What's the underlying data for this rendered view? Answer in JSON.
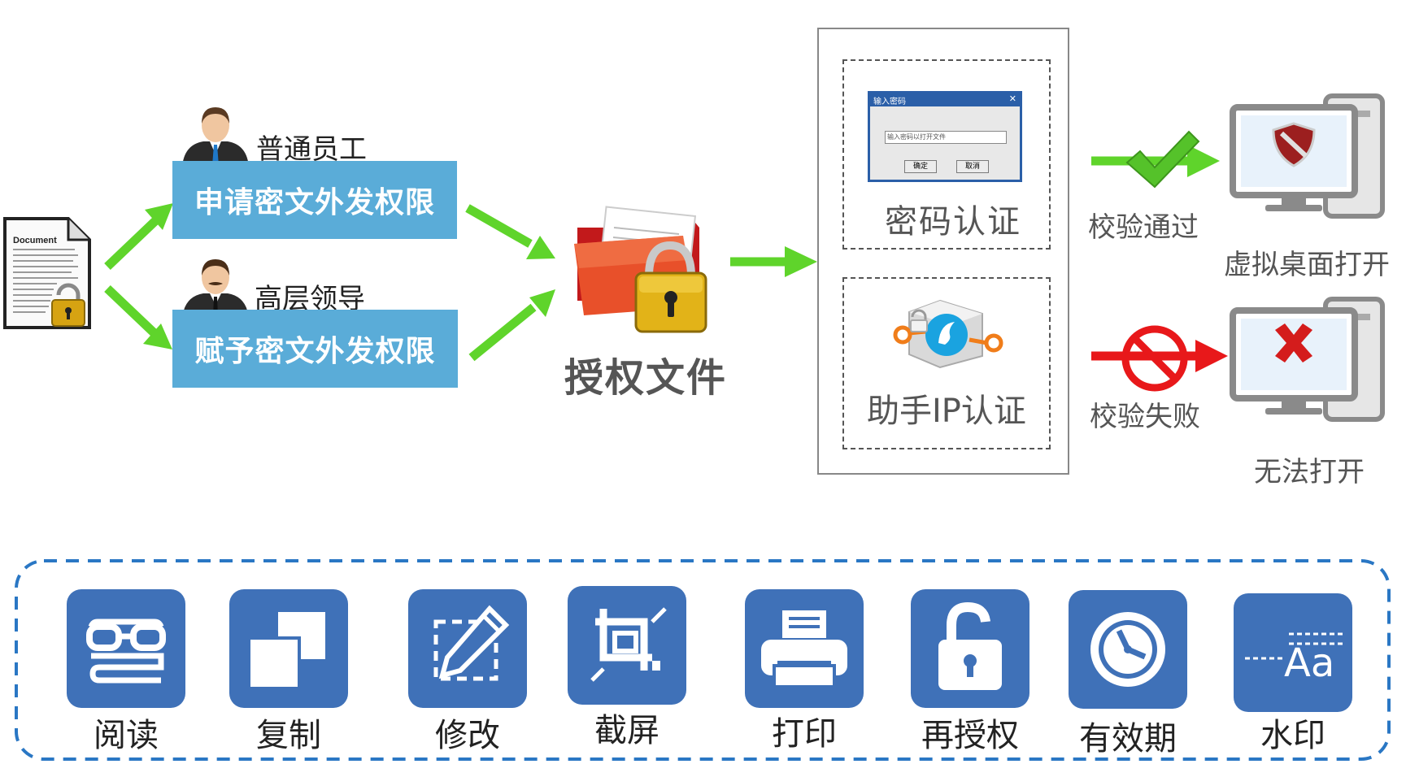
{
  "roles": {
    "employee_label": "普通员工",
    "leader_label": "高层领导"
  },
  "actions": {
    "apply_label": "申请密文外发权限",
    "grant_label": "赋予密文外发权限"
  },
  "file": {
    "document_label": "Document",
    "authorized_label": "授权文件"
  },
  "verification": {
    "password_dialog_title": "输入密码",
    "password_placeholder": "输入密码以打开文件",
    "ok_label": "确定",
    "cancel_label": "取消",
    "password_label": "密码认证",
    "ip_label": "助手IP认证"
  },
  "results": {
    "pass_label": "校验通过",
    "fail_label": "校验失败",
    "virtual_desktop_label": "虚拟桌面打开",
    "cannot_open_label": "无法打开"
  },
  "features": [
    {
      "label": "阅读",
      "icon": "glasses-book-icon"
    },
    {
      "label": "复制",
      "icon": "copy-icon"
    },
    {
      "label": "修改",
      "icon": "edit-pencil-icon"
    },
    {
      "label": "截屏",
      "icon": "crop-screenshot-icon"
    },
    {
      "label": "打印",
      "icon": "printer-icon"
    },
    {
      "label": "再授权",
      "icon": "unlock-icon"
    },
    {
      "label": "有效期",
      "icon": "clock-icon"
    },
    {
      "label": "水印",
      "icon": "watermark-text-icon"
    }
  ],
  "colors": {
    "arrow_green": "#5fd42b",
    "arrow_red": "#e8181a",
    "role_box_blue": "#5aacd8",
    "feature_tile_blue": "#3f71b8",
    "dashed_border_blue": "#2a77c4"
  }
}
